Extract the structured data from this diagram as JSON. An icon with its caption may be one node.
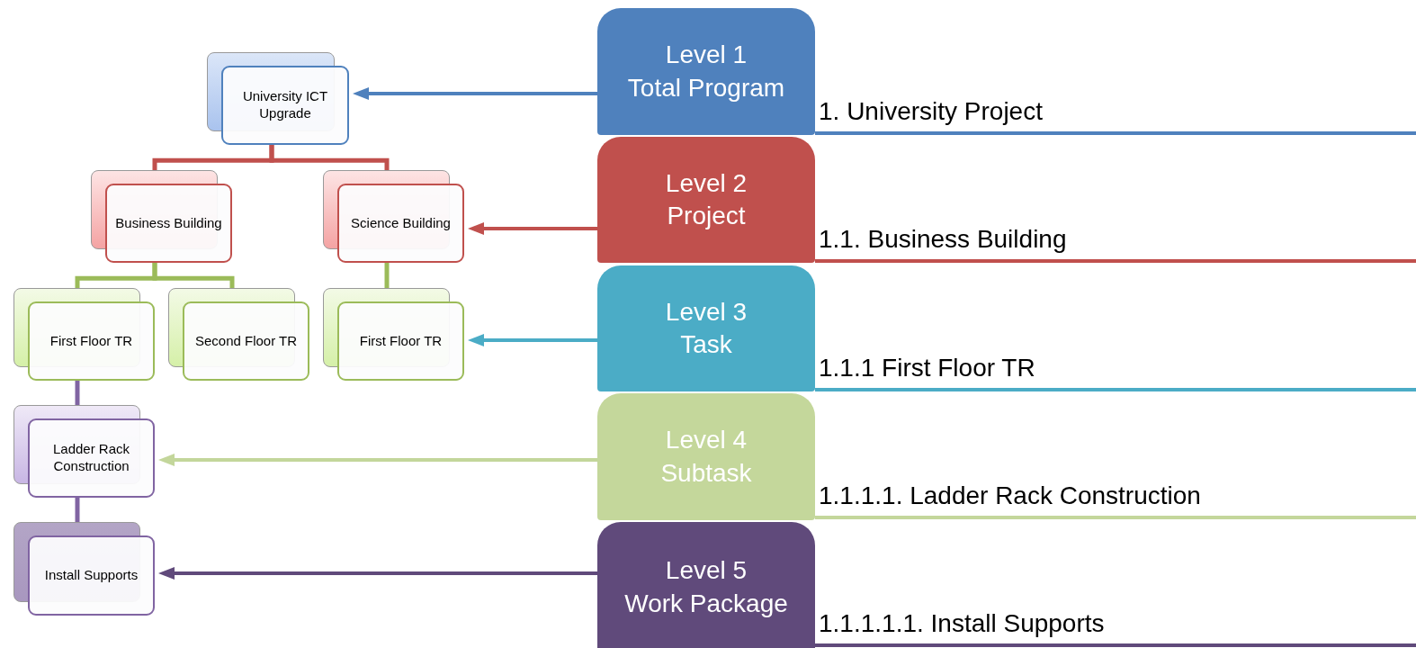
{
  "diagram": {
    "nodes": [
      {
        "text": [
          "University ICT Upgrade"
        ]
      },
      {
        "text": [
          "Business Building"
        ]
      },
      {
        "text": [
          "Science Building"
        ]
      },
      {
        "text": [
          "First Floor TR"
        ]
      },
      {
        "text": [
          "Second Floor TR"
        ]
      },
      {
        "text": [
          "First Floor TR"
        ]
      },
      {
        "text": [
          "Ladder Rack Construction"
        ]
      },
      {
        "text": [
          "Install Supports"
        ]
      },
      {
        "text": [
          "Level 1",
          "Total Program"
        ],
        "beside": [
          "1. University Project"
        ]
      },
      {
        "text": [
          "Level 2",
          "Project"
        ],
        "beside": [
          "1.1. Business Building"
        ]
      },
      {
        "text": [
          "Level 3",
          "Task"
        ],
        "beside": [
          "1.1.1 First Floor TR"
        ]
      },
      {
        "text": [
          "Level 4",
          "Subtask"
        ],
        "beside": [
          "1.1.1.1. Ladder Rack Construction"
        ]
      },
      {
        "text": [
          "Level 5",
          "Work Package"
        ],
        "beside": [
          "1.1.1.1.1. Install Supports"
        ]
      }
    ],
    "edges": [
      {
        "from": 0,
        "to": 1,
        "arrow": "none",
        "color": "#c0504d"
      },
      {
        "from": 0,
        "to": 2,
        "arrow": "none",
        "color": "#c0504d"
      },
      {
        "from": 1,
        "to": 3,
        "arrow": "none",
        "color": "#9bbb59"
      },
      {
        "from": 1,
        "to": 4,
        "arrow": "none",
        "color": "#9bbb59"
      },
      {
        "from": 2,
        "to": 5,
        "arrow": "none",
        "color": "#9bbb59"
      },
      {
        "from": 3,
        "to": 6,
        "arrow": "none",
        "color": "#8064a2"
      },
      {
        "from": 6,
        "to": 7,
        "arrow": "none",
        "color": "#8064a2"
      },
      {
        "from": 8,
        "to": 0,
        "arrow": "to",
        "color": "#4f81bd"
      },
      {
        "from": 9,
        "to": 2,
        "arrow": "to",
        "color": "#c0504d"
      },
      {
        "from": 10,
        "to": 5,
        "arrow": "to",
        "color": "#4bacc6"
      },
      {
        "from": 11,
        "to": 6,
        "arrow": "to",
        "color": "#c3d69b"
      },
      {
        "from": 12,
        "to": 7,
        "arrow": "to",
        "color": "#604a7b"
      }
    ]
  }
}
